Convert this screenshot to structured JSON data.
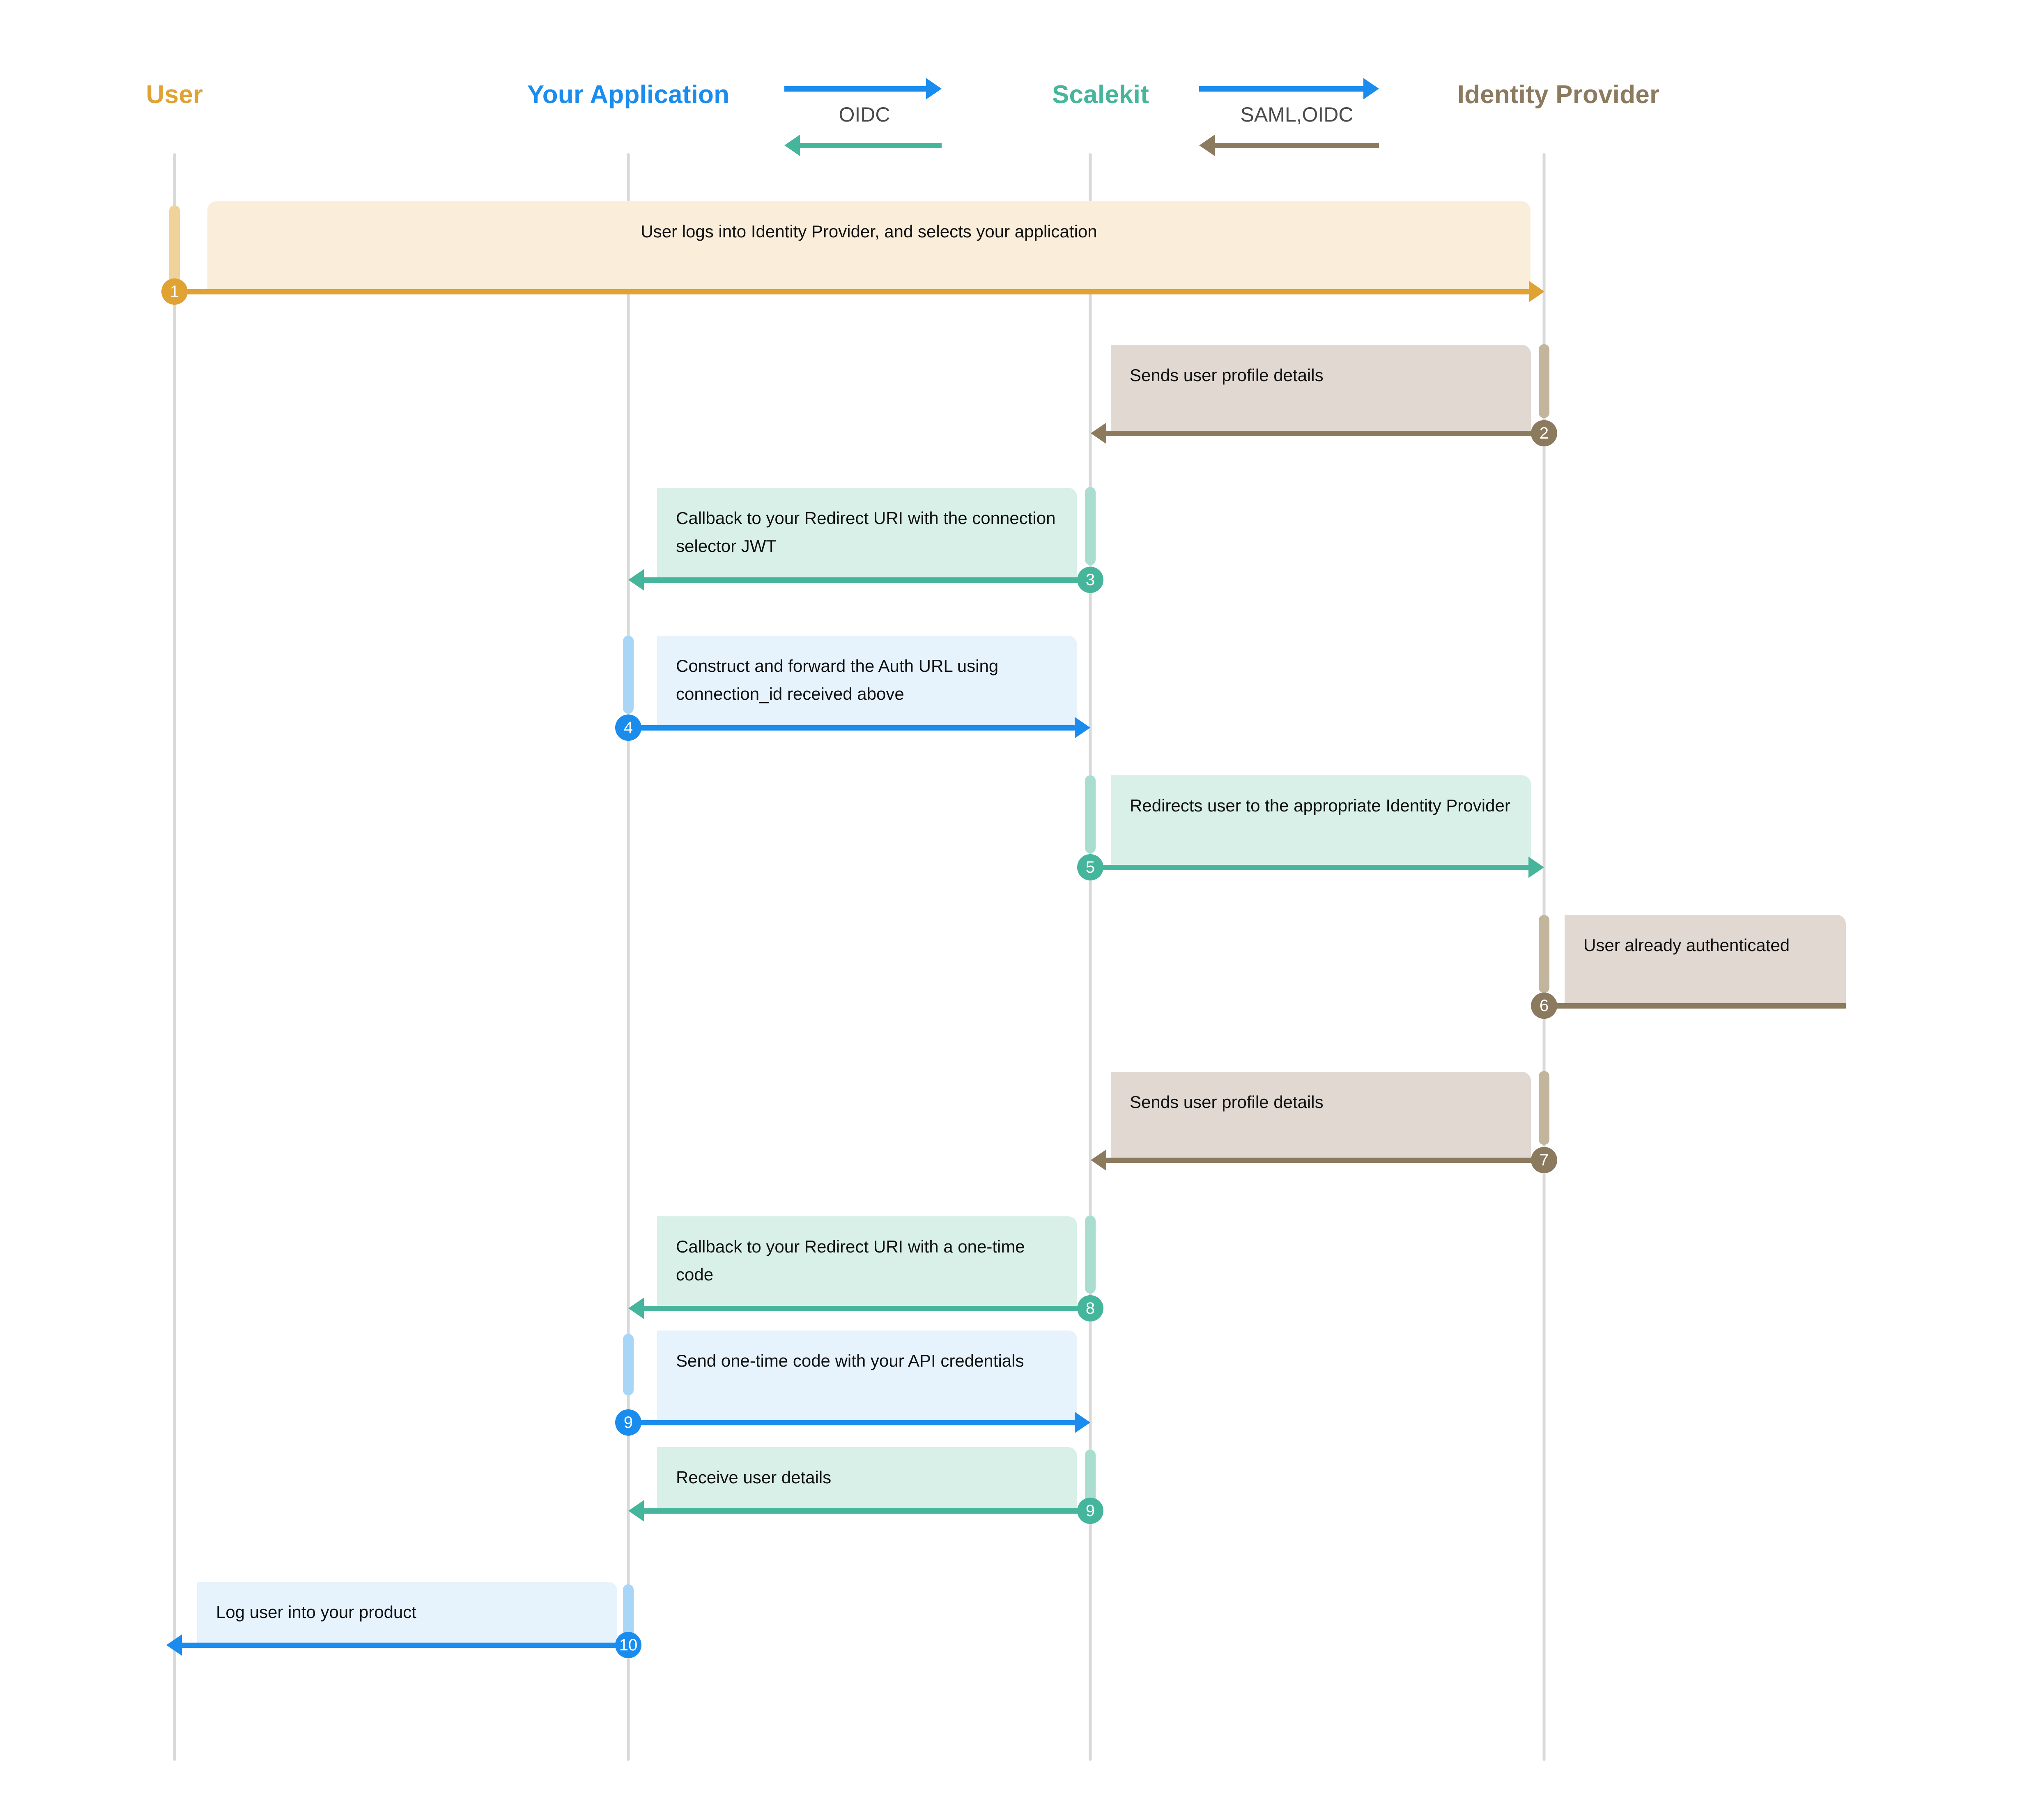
{
  "diagram": {
    "title": "Scalekit IdP-initiated SSO sequence",
    "type": "sequence-diagram",
    "colors": {
      "user": "#e0a233",
      "user_light": "#f0d39a",
      "user_note": "#faeedb",
      "application": "#1a8cee",
      "application_light": "#a9d6f7",
      "application_note": "#e6f2fc",
      "scalekit": "#45b69c",
      "scalekit_light": "#a9ddd0",
      "scalekit_note": "#d9f0e8",
      "idp": "#8b7a5e",
      "idp_light": "#c2b59c",
      "idp_note": "#e0d8d1",
      "lifeline": "#d9d9d9",
      "legend_text": "#4a4a4a",
      "note_text": "#111111"
    },
    "actors": [
      {
        "id": "user",
        "label": "User",
        "color_key": "user"
      },
      {
        "id": "application",
        "label": "Your Application",
        "color_key": "application"
      },
      {
        "id": "scalekit",
        "label": "Scalekit",
        "color_key": "scalekit"
      },
      {
        "id": "idp",
        "label": "Identity Provider",
        "color_key": "idp"
      }
    ],
    "legends": [
      {
        "id": "legend-oidc",
        "label": "OIDC",
        "top_arrow_direction": "right",
        "top_arrow_color": "#1a8cee",
        "bottom_arrow_direction": "left",
        "bottom_arrow_color": "#45b69c"
      },
      {
        "id": "legend-saml-oidc",
        "label": "SAML,OIDC",
        "top_arrow_direction": "right",
        "top_arrow_color": "#1a8cee",
        "bottom_arrow_direction": "left",
        "bottom_arrow_color": "#8b7a5e"
      }
    ],
    "steps": [
      {
        "number": "1",
        "text": "User logs into Identity Provider, and selects your application",
        "from": "user",
        "to": "idp",
        "direction": "right",
        "color_key": "user",
        "text_align": "center"
      },
      {
        "number": "2",
        "text": "Sends user profile details",
        "from": "idp",
        "to": "scalekit",
        "direction": "left",
        "color_key": "idp",
        "text_align": "left"
      },
      {
        "number": "3",
        "text": "Callback to your Redirect URI with the connection selector JWT",
        "from": "scalekit",
        "to": "application",
        "direction": "left",
        "color_key": "scalekit",
        "text_align": "left"
      },
      {
        "number": "4",
        "text": "Construct and forward the Auth URL using connection_id received above",
        "from": "application",
        "to": "scalekit",
        "direction": "right",
        "color_key": "application",
        "text_align": "left"
      },
      {
        "number": "5",
        "text": "Redirects user to the appropriate Identity Provider",
        "from": "scalekit",
        "to": "idp",
        "direction": "right",
        "color_key": "scalekit",
        "text_align": "left"
      },
      {
        "number": "6",
        "text": "User already authenticated",
        "from": "idp",
        "to": "idp",
        "direction": "self",
        "color_key": "idp",
        "text_align": "left"
      },
      {
        "number": "7",
        "text": "Sends user profile details",
        "from": "idp",
        "to": "scalekit",
        "direction": "left",
        "color_key": "idp",
        "text_align": "left"
      },
      {
        "number": "8",
        "text": "Callback to your Redirect URI with a one-time code",
        "from": "scalekit",
        "to": "application",
        "direction": "left",
        "color_key": "scalekit",
        "text_align": "left"
      },
      {
        "number": "9",
        "text": "Send one-time code with your API credentials",
        "from": "application",
        "to": "scalekit",
        "direction": "right",
        "color_key": "application",
        "text_align": "left"
      },
      {
        "number": "9",
        "text": "Receive user details",
        "from": "scalekit",
        "to": "application",
        "direction": "left",
        "color_key": "scalekit",
        "text_align": "left"
      },
      {
        "number": "10",
        "text": "Log user into your product",
        "from": "application",
        "to": "user",
        "direction": "left",
        "color_key": "application",
        "text_align": "left"
      }
    ]
  }
}
